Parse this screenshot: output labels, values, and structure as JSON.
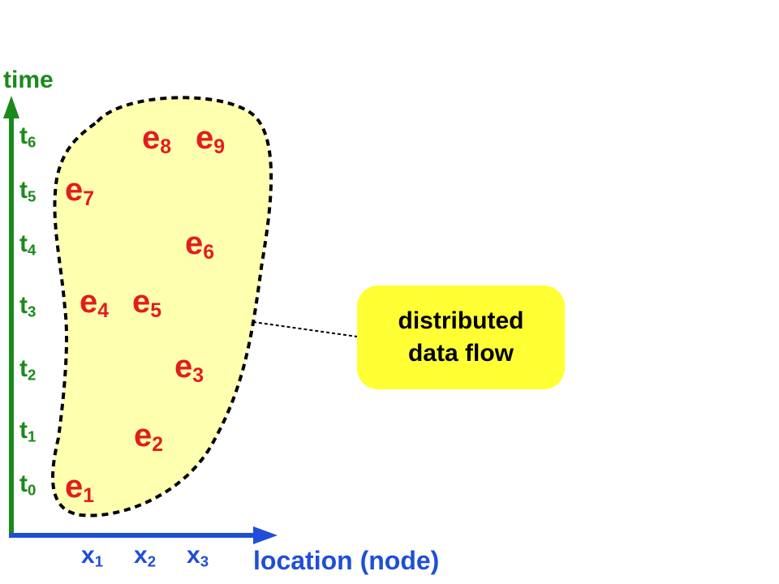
{
  "axes": {
    "time_label": "time",
    "location_label": "location (node)",
    "time_color": "#1a8a1a",
    "location_color": "#1f4fd6"
  },
  "time_ticks": [
    {
      "base": "t",
      "sub": "0"
    },
    {
      "base": "t",
      "sub": "1"
    },
    {
      "base": "t",
      "sub": "2"
    },
    {
      "base": "t",
      "sub": "3"
    },
    {
      "base": "t",
      "sub": "4"
    },
    {
      "base": "t",
      "sub": "5"
    },
    {
      "base": "t",
      "sub": "6"
    }
  ],
  "location_ticks": [
    {
      "base": "x",
      "sub": "1"
    },
    {
      "base": "x",
      "sub": "2"
    },
    {
      "base": "x",
      "sub": "3"
    }
  ],
  "events": [
    {
      "base": "e",
      "sub": "1"
    },
    {
      "base": "e",
      "sub": "2"
    },
    {
      "base": "e",
      "sub": "3"
    },
    {
      "base": "e",
      "sub": "4"
    },
    {
      "base": "e",
      "sub": "5"
    },
    {
      "base": "e",
      "sub": "6"
    },
    {
      "base": "e",
      "sub": "7"
    },
    {
      "base": "e",
      "sub": "8"
    },
    {
      "base": "e",
      "sub": "9"
    }
  ],
  "event_color": "#e11d1d",
  "region": {
    "fill": "#ffffb0",
    "callout_line1": "distributed",
    "callout_line2": "data flow",
    "callout_fill": "#ffff33"
  }
}
